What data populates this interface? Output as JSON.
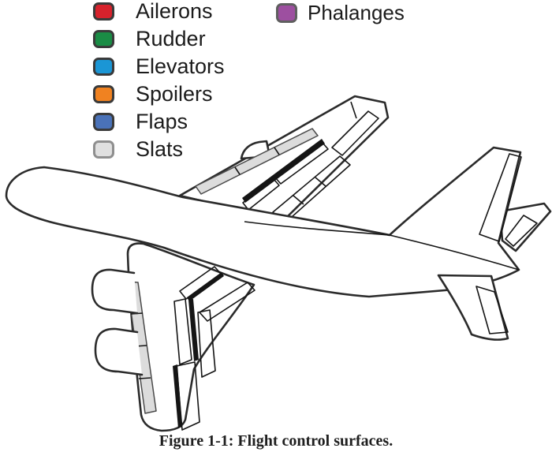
{
  "legend": {
    "items": [
      {
        "id": "ailerons",
        "label": "Ailerons",
        "color": "#d7222c",
        "border": "#3a3a3a"
      },
      {
        "id": "rudder",
        "label": "Rudder",
        "color": "#1a8c45",
        "border": "#3a3a3a"
      },
      {
        "id": "elevators",
        "label": "Elevators",
        "color": "#1b96d5",
        "border": "#3a3a3a"
      },
      {
        "id": "spoilers",
        "label": "Spoilers",
        "color": "#f08221",
        "border": "#3a3a3a"
      },
      {
        "id": "flaps",
        "label": "Flaps",
        "color": "#4a72b8",
        "border": "#3a3a3a"
      },
      {
        "id": "slats",
        "label": "Slats",
        "color": "#e0e0e0",
        "border": "#8f8f8f"
      }
    ],
    "extra_item": {
      "id": "phalanges",
      "label": "Phalanges",
      "color": "#9d4fa0",
      "border": "#5f5f5f"
    }
  },
  "caption": "Figure 1-1: Flight control surfaces.",
  "diagram": {
    "subject": "airplane flight control surfaces, three-quarter line drawing",
    "colors": {
      "aileron": "#dd2128",
      "rudder": "#1a8c45",
      "elevator": "#1e96d8",
      "spoiler": "#f08221",
      "flap": "#5b57a6",
      "slat": "#dcdcdc",
      "outline": "#2b2b2b",
      "shadow": "#151515",
      "background": "#ffffff"
    }
  }
}
